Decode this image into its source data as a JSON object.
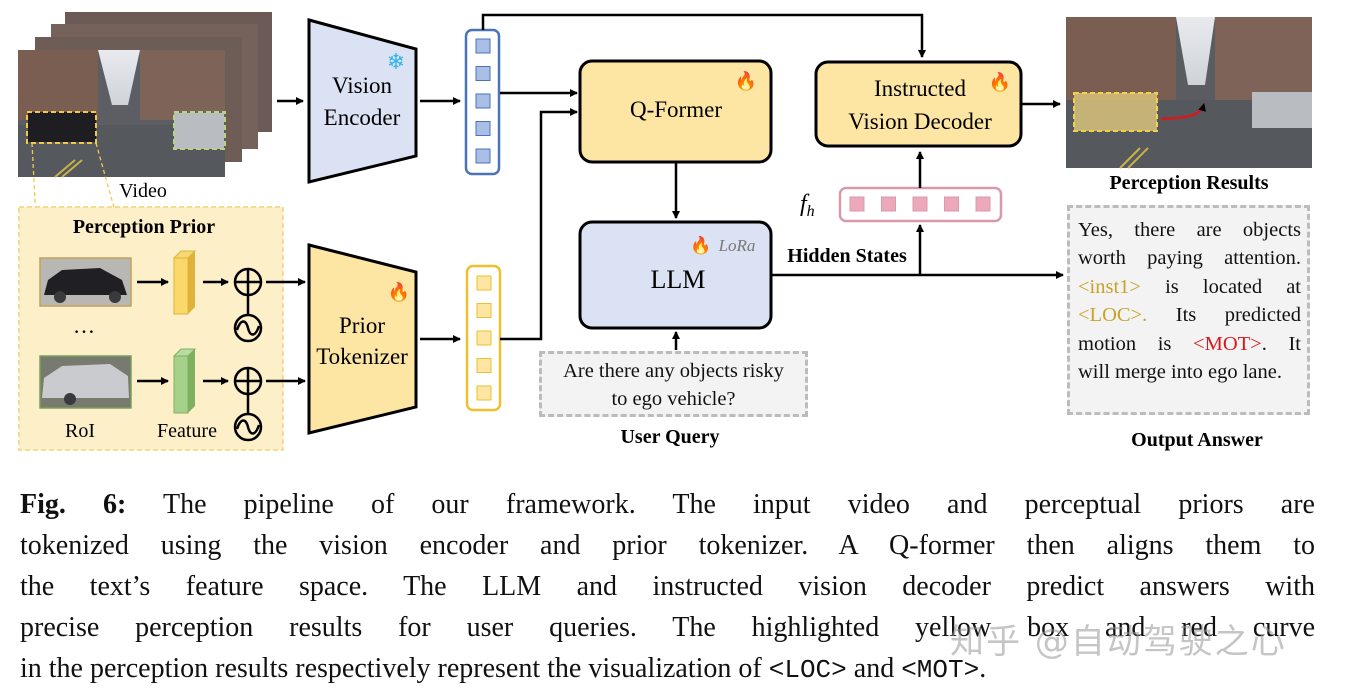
{
  "figure": {
    "video_label": "Video",
    "vision_encoder_label": [
      "Vision",
      "Encoder"
    ],
    "vision_encoder_status": "frozen",
    "perception_prior": {
      "title": "Perception Prior",
      "ellipsis": "…",
      "roi_label": "RoI",
      "feature_label": "Feature"
    },
    "prior_tokenizer_label": [
      "Prior",
      "Tokenizer"
    ],
    "prior_tokenizer_status": "trainable",
    "qformer_label": "Q-Former",
    "qformer_status": "trainable",
    "llm_label": "LLM",
    "llm_badge": "LoRa",
    "instructed_decoder_label": [
      "Instructed",
      "Vision Decoder"
    ],
    "instructed_decoder_status": "trainable",
    "hidden_states_label": "Hidden States",
    "fh_label": "f",
    "fh_sub": "h",
    "user_query": {
      "text_line1": "Are there any objects risky",
      "text_line2": "to ego vehicle?",
      "title": "User Query"
    },
    "perception_results_label": "Perception Results",
    "output_answer": {
      "title": "Output Answer",
      "line1": "Yes, there are objects",
      "line2": "worth paying attention.",
      "line3_token": "<inst1>",
      "line3_rest": " is located at",
      "line4_token": "<LOC>.",
      "line4_rest": " Its predicted",
      "line5_pre": "motion is ",
      "line5_token": "<MOT>",
      "line5_rest": ". It",
      "line6": "will merge into ego lane."
    },
    "token_counts": {
      "vision": 5,
      "prior": 5,
      "hidden": 5
    },
    "colors": {
      "vision_blue": "#dbe2f3",
      "vision_token_border": "#4a74b8",
      "vision_token_fill": "#a9bfe6",
      "prior_yellow": "#fde6a3",
      "prior_token_border": "#eec02f",
      "hidden_border": "#d89aab",
      "hidden_fill": "#eea8bb",
      "inst_token": "#c9a227",
      "mot_token": "#d7191c",
      "roi_green": "#a9d18e"
    }
  },
  "caption": {
    "label": "Fig. 6:",
    "line1": "The pipeline of our framework. The input video and perceptual priors are",
    "line2": "tokenized using the vision encoder and prior tokenizer. A Q-former then aligns them to",
    "line3": "the text’s feature space. The LLM and instructed vision decoder predict answers with",
    "line4": "precise perception results for user queries. The highlighted yellow box and red curve",
    "line5_pre": "in the perception results respectively represent the visualization of ",
    "line5_loc": "<LOC>",
    "line5_mid": " and ",
    "line5_mot": "<MOT>",
    "line5_end": "."
  },
  "watermark": "知乎 @自动驾驶之心"
}
